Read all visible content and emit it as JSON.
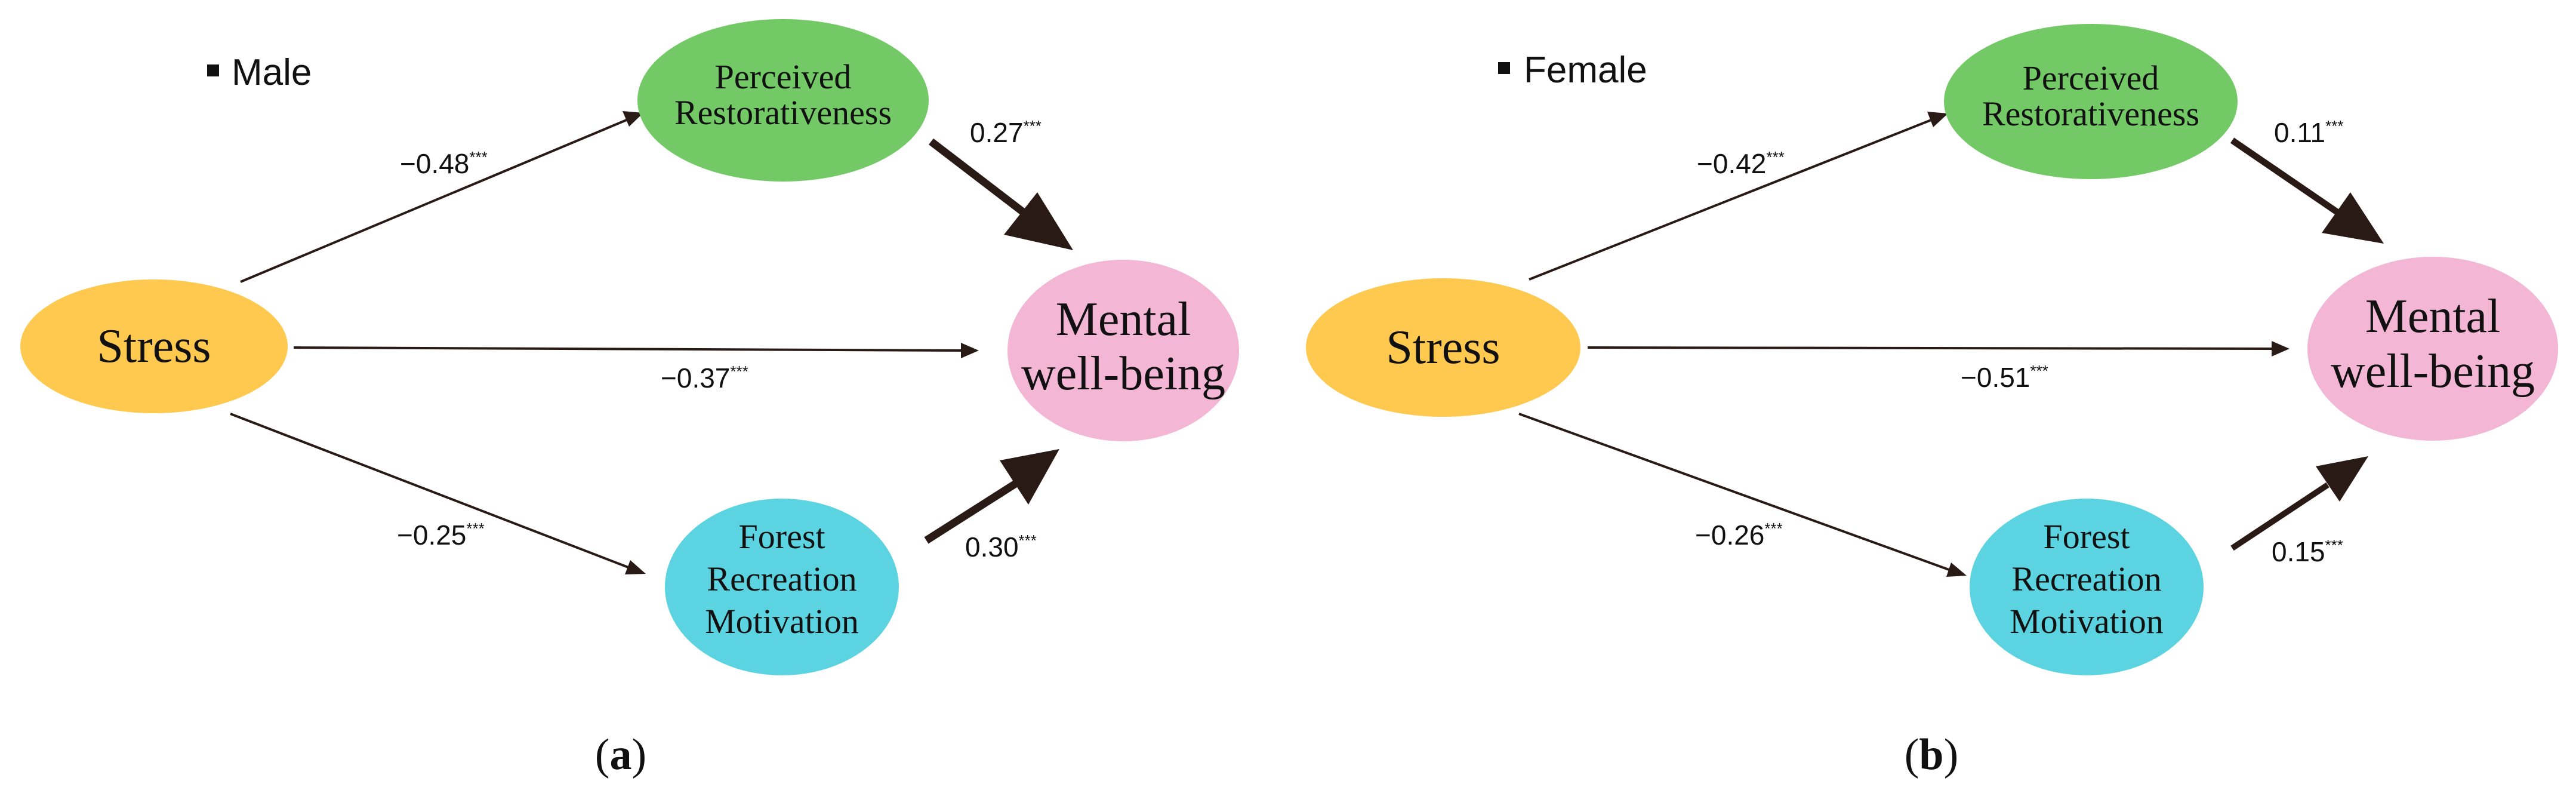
{
  "panels": [
    {
      "id": "a",
      "legend_label": "Male",
      "caption_letter": "a",
      "nodes": {
        "stress": "Stress",
        "restorativeness": [
          "Perceived",
          "Restorativeness"
        ],
        "wellbeing": [
          "Mental",
          "well-being"
        ],
        "motivation": [
          "Forest",
          "Recreation",
          "Motivation"
        ]
      },
      "paths": {
        "stress_to_restorativeness": {
          "value": "−0.48",
          "sig": "***"
        },
        "restorativeness_to_wellbeing": {
          "value": "0.27",
          "sig": "***"
        },
        "stress_to_wellbeing": {
          "value": "−0.37",
          "sig": "***"
        },
        "stress_to_motivation": {
          "value": "−0.25",
          "sig": "***"
        },
        "motivation_to_wellbeing": {
          "value": "0.30",
          "sig": "***"
        }
      }
    },
    {
      "id": "b",
      "legend_label": "Female",
      "caption_letter": "b",
      "nodes": {
        "stress": "Stress",
        "restorativeness": [
          "Perceived",
          "Restorativeness"
        ],
        "wellbeing": [
          "Mental",
          "well-being"
        ],
        "motivation": [
          "Forest",
          "Recreation",
          "Motivation"
        ]
      },
      "paths": {
        "stress_to_restorativeness": {
          "value": "−0.42",
          "sig": "***"
        },
        "restorativeness_to_wellbeing": {
          "value": "0.11",
          "sig": "***"
        },
        "stress_to_wellbeing": {
          "value": "−0.51",
          "sig": "***"
        },
        "stress_to_motivation": {
          "value": "−0.26",
          "sig": "***"
        },
        "motivation_to_wellbeing": {
          "value": "0.15",
          "sig": "***"
        }
      }
    }
  ],
  "colors": {
    "stress": "#fec94e",
    "restorativeness": "#72c965",
    "wellbeing": "#f3b6d4",
    "motivation": "#5bd3e1",
    "arrow": "#2a1a16"
  }
}
